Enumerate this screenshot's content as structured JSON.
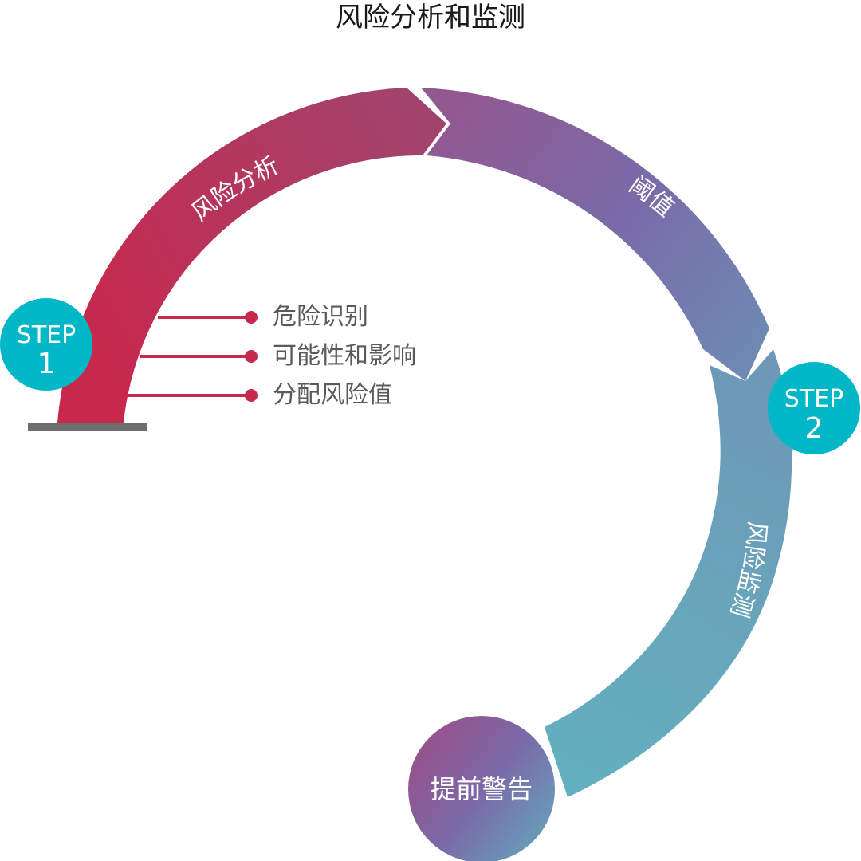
{
  "title": "风险分析和监测",
  "arc_labels": {
    "analysis": "风险分析",
    "threshold": "阈值",
    "monitoring": "风险监测"
  },
  "steps": [
    {
      "top": "STEP",
      "bottom": "1"
    },
    {
      "top": "STEP",
      "bottom": "2"
    }
  ],
  "items": [
    "危险识别",
    "可能性和影响",
    "分配风险值"
  ],
  "final_node": "提前警告",
  "colors": {
    "red": "#c8284c",
    "purple": "#7a6aa8",
    "teal": "#62b4bf",
    "step_circle": "#00b7c7",
    "base_bar": "#6e6e6e",
    "item_text": "#5a5a5a"
  }
}
